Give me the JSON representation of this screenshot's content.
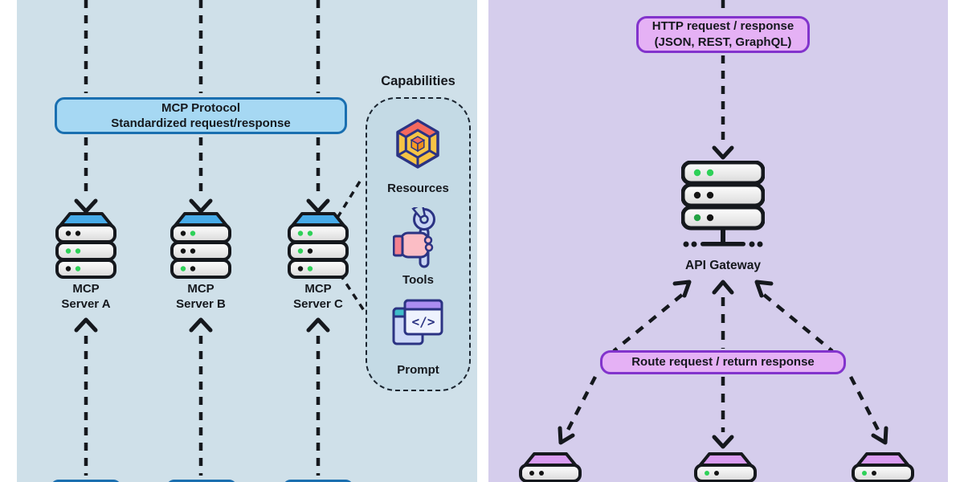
{
  "colors": {
    "page_bg": "#ffffff",
    "left_panel_bg": "#cfe0e9",
    "right_panel_bg": "#d5cdec",
    "capabilities_bg": "#c4dae5",
    "line": "#15181d",
    "blue_box_fill": "#a6d8f3",
    "blue_box_border": "#1a6fb0",
    "purple_box_fill": "#e5b1f5",
    "purple_box_border": "#8233cc",
    "server_top_blue": "#47abe9",
    "server_top_purple": "#d89bf0",
    "client_box_fill": "#55a7d8",
    "dot_green": "#2ed158",
    "dot_darkgreen": "#22a244",
    "dot_black": "#141414",
    "icon_navy": "#2b3383"
  },
  "left": {
    "protocol_box": {
      "line1": "MCP Protocol",
      "line2": "Standardized request/response"
    },
    "servers": [
      {
        "name": "MCP Server A",
        "label_line1": "MCP",
        "label_line2": "Server A",
        "dots": [
          [
            "black",
            "black"
          ],
          [
            "green",
            "green"
          ],
          [
            "black",
            "green"
          ]
        ]
      },
      {
        "name": "MCP Server B",
        "label_line1": "MCP",
        "label_line2": "Server B",
        "dots": [
          [
            "black",
            "green"
          ],
          [
            "black",
            "black"
          ],
          [
            "green",
            "black"
          ]
        ]
      },
      {
        "name": "MCP Server C",
        "label_line1": "MCP",
        "label_line2": "Server C",
        "dots": [
          [
            "green",
            "green"
          ],
          [
            "green",
            "black"
          ],
          [
            "black",
            "green"
          ]
        ]
      }
    ],
    "capabilities": {
      "title": "Capabilities",
      "items": [
        {
          "label": "Resources",
          "icon": "resources-cube-icon"
        },
        {
          "label": "Tools",
          "icon": "tools-hand-wrench-icon"
        },
        {
          "label": "Prompt",
          "icon": "prompt-code-window-icon",
          "glyph": "</>"
        }
      ]
    }
  },
  "right": {
    "http_box": {
      "line1": "HTTP request / response",
      "line2": "(JSON, REST, GraphQL)"
    },
    "gateway": {
      "label": "API Gateway",
      "dots": [
        [
          "green",
          "green"
        ],
        [
          "black",
          "black"
        ],
        [
          "darkgreen",
          "black"
        ]
      ]
    },
    "route_box": {
      "label": "Route request / return response"
    },
    "backend_servers": [
      {
        "dots": [
          [
            "black",
            "black"
          ]
        ]
      },
      {
        "dots": [
          [
            "green",
            "black"
          ]
        ]
      },
      {
        "dots": [
          [
            "green",
            "black"
          ]
        ]
      }
    ]
  }
}
